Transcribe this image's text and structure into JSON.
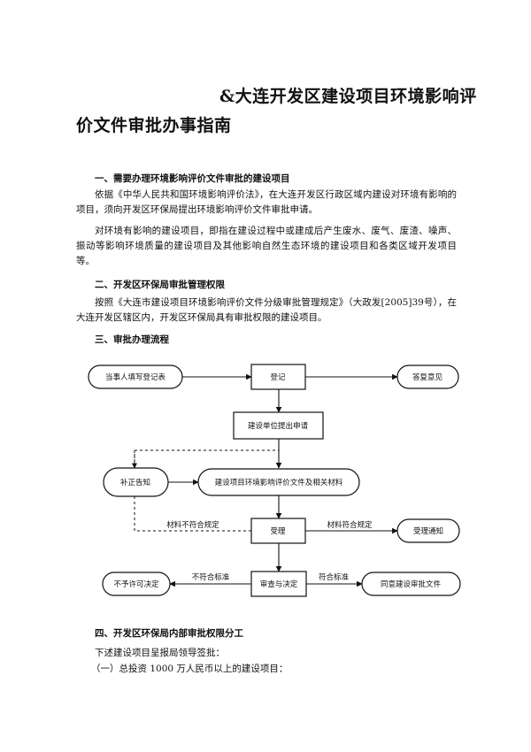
{
  "title": {
    "line1": "&大连开发区建设项目环境影响评",
    "line2": "价文件审批办事指南"
  },
  "sections": {
    "s1": {
      "heading": "一、需要办理环境影响评价文件审批的建设项目",
      "p1": "依据《中华人民共和国环境影响评价法》，在大连开发区行政区域内建设对环境有影响的项目，须向开发区环保局提出环境影响评价文件审批申请。",
      "p2": "对环境有影响的建设项目，即指在建设过程中或建成后产生废水、废气、废渣、噪声、振动等影响环境质量的建设项目及其他影响自然生态环境的建设项目和各类区域开发项目等。"
    },
    "s2": {
      "heading": "二、开发区环保局审批管理权限",
      "p1": "按照《大连市建设项目环境影响评价文件分级审批管理规定》（大政发[2005]39号），在大连开发区辖区内，开发区环保局具有审批权限的建设项目。"
    },
    "s3": {
      "heading": "三、审批办理流程"
    },
    "s4": {
      "heading": "四、开发区环保局内部审批权限分工",
      "line1": "下述建设项目呈报局领导签批：",
      "line2": "（一）总投资 1000 万人民币以上的建设项目："
    }
  },
  "flowchart": {
    "applicant_form": "当事人填写登记表",
    "register": "登记",
    "reply": "答复意见",
    "submit_request": "建设单位提出申请",
    "eia_documents": "建设项目环境影响评价文件及相关材料",
    "supplement_notice": "补正告知",
    "not_compliant_label": "材料不符合规定",
    "compliant_label": "材料符合规定",
    "accept": "受理",
    "accept_notice": "受理通知",
    "review": "审查与决定",
    "not_meet_label": "不符合标准",
    "meet_label": "符合标准",
    "denial": "不予许可决定",
    "approval": "同意建设审批文件"
  }
}
